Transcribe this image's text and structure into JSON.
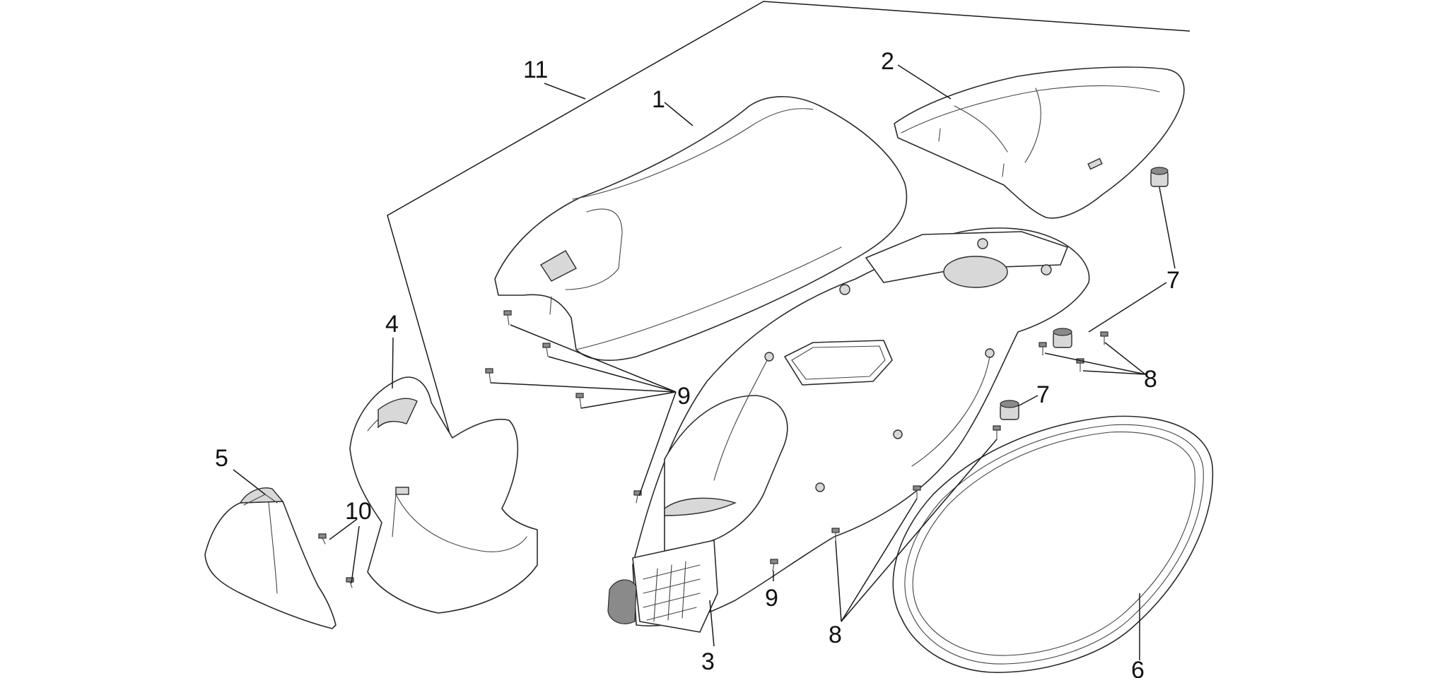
{
  "callouts": [
    {
      "id": "c1",
      "label": "1"
    },
    {
      "id": "c2",
      "label": "2"
    },
    {
      "id": "c3",
      "label": "3"
    },
    {
      "id": "c4",
      "label": "4"
    },
    {
      "id": "c5",
      "label": "5"
    },
    {
      "id": "c6",
      "label": "6"
    },
    {
      "id": "c7a",
      "label": "7"
    },
    {
      "id": "c7b",
      "label": "7"
    },
    {
      "id": "c8a",
      "label": "8"
    },
    {
      "id": "c8b",
      "label": "8"
    },
    {
      "id": "c9a",
      "label": "9"
    },
    {
      "id": "c9b",
      "label": "9"
    },
    {
      "id": "c10",
      "label": "10"
    },
    {
      "id": "c11",
      "label": "11"
    }
  ],
  "colors": {
    "line": "#2b2b2b",
    "shade": "#d8d8d8",
    "background": "#ffffff"
  }
}
